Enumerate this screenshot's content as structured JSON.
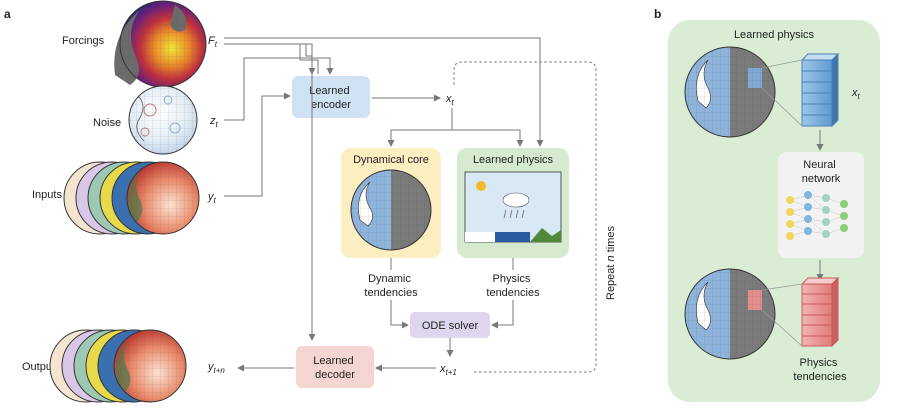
{
  "panel_a": {
    "letter": "a",
    "inputs": {
      "forcings": "Forcings",
      "noise": "Noise",
      "inputs": "Inputs",
      "outputs": "Outputs"
    },
    "symbols": {
      "f_t": "F",
      "f_t_sub": "t",
      "z_t": "z",
      "z_t_sub": "t",
      "y_t": "y",
      "y_t_sub": "t",
      "x_t": "x",
      "x_t_sub": "t",
      "x_t1": "x",
      "x_t1_sub": "t+1",
      "y_tn": "y",
      "y_tn_sub": "t+n"
    },
    "learned_encoder": [
      "Learned",
      "encoder"
    ],
    "dynamical_core": "Dynamical core",
    "learned_physics": "Learned physics",
    "dynamic_tendencies": [
      "Dynamic",
      "tendencies"
    ],
    "physics_tendencies": [
      "Physics",
      "tendencies"
    ],
    "ode_solver": "ODE solver",
    "learned_decoder": [
      "Learned",
      "decoder"
    ],
    "repeat": "Repeat ",
    "repeat_n": "n",
    "repeat_times": " times"
  },
  "panel_b": {
    "letter": "b",
    "title": "Learned physics",
    "x_t": "x",
    "x_t_sub": "t",
    "neural_network": [
      "Neural",
      "network"
    ],
    "physics_tendencies": [
      "Physics",
      "tendencies"
    ]
  },
  "colors": {
    "encoder_box": "#cfe2f3",
    "dyn_core_box": "#fbeec0",
    "physics_box": "#d6ead0",
    "ode_box": "#ddd6ee",
    "decoder_box": "#f4d5d1",
    "panel_b_bg": "#d9ecd4",
    "arrow": "#777777"
  }
}
